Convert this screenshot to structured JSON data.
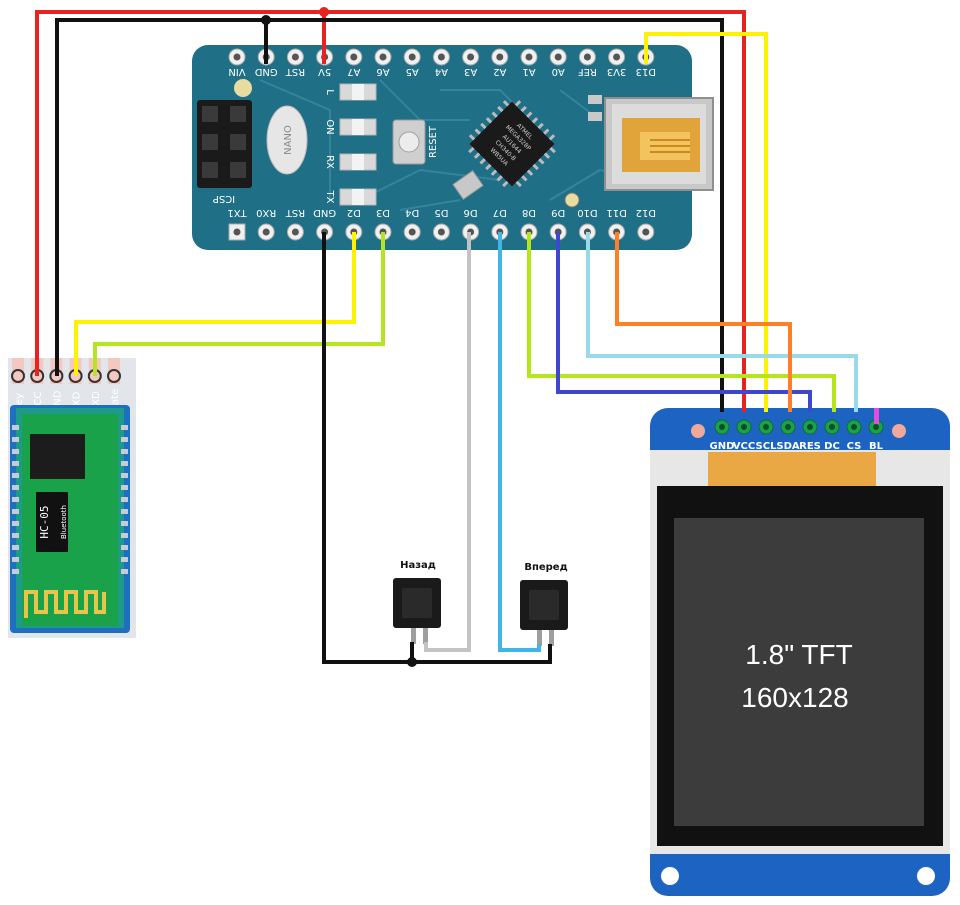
{
  "colors": {
    "wire_red": "#e52421",
    "wire_black": "#111111",
    "wire_yellow": "#fff200",
    "wire_lime": "#b5e61d",
    "wire_gray": "#c3c3c3",
    "wire_lightblue": "#41b6e6",
    "wire_skyblue": "#99d9ea",
    "wire_orange": "#ff7f27",
    "wire_navy": "#3f48cc",
    "board_teal": "#1f6f86",
    "tft_blue": "#1d63c2",
    "bt_blue": "#1e6fbf",
    "bt_green": "#1fa34a"
  },
  "nano": {
    "top_pins": [
      "VIN",
      "GND",
      "RST",
      "5V",
      "A7",
      "A6",
      "A5",
      "A4",
      "A3",
      "A2",
      "A1",
      "A0",
      "REF",
      "3V3",
      "D13"
    ],
    "bottom_pins": [
      "TX1",
      "RX0",
      "RST",
      "GND",
      "D2",
      "D3",
      "D4",
      "D5",
      "D6",
      "D7",
      "D8",
      "D9",
      "D10",
      "D11",
      "D12"
    ],
    "icsp_label": "ICSP",
    "nano_label": "NANO",
    "led_labels": [
      "L",
      "ON",
      "RX",
      "TX"
    ],
    "reset_label": "RESET",
    "chip_text": [
      "ATMEL",
      "MEGA328P",
      "AU1644",
      "CH340-B",
      "WB5UA"
    ]
  },
  "bluetooth": {
    "pins": [
      "Key",
      "VCC",
      "GND",
      "TXD",
      "RXD",
      "State"
    ],
    "model": "HC-05",
    "sub": "Bluetooth"
  },
  "buttons": {
    "back_label": "Назад",
    "forward_label": "Вперед"
  },
  "tft": {
    "pins": [
      "GND",
      "VCC",
      "SCL",
      "SDA",
      "RES",
      "DC",
      "CS",
      "BL"
    ],
    "line1": "1.8\" TFT",
    "line2": "160x128"
  }
}
